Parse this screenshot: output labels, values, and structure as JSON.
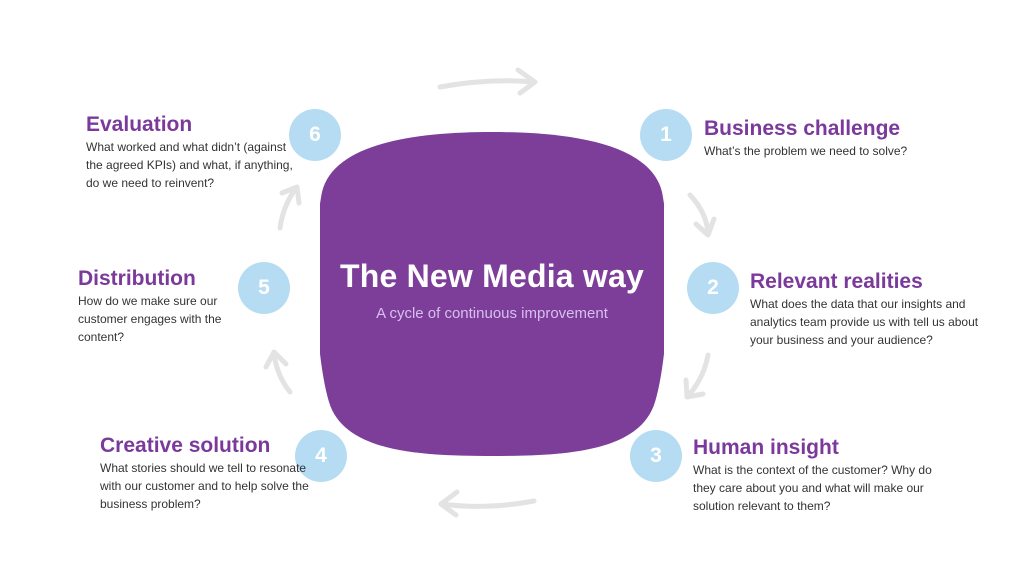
{
  "center": {
    "title": "The New Media way",
    "subtitle": "A cycle of continuous improvement"
  },
  "colors": {
    "blob": "#7d3e99",
    "number_circle": "#b6dcf4",
    "step_title": "#7b3a9b",
    "arrow": "#e3e3e3"
  },
  "steps": [
    {
      "number": "1",
      "title": "Business challenge",
      "desc": "What’s the problem we need to solve?"
    },
    {
      "number": "2",
      "title": "Relevant realities",
      "desc": "What does the data that our insights and analytics team provide us with tell us about your business and your audience?"
    },
    {
      "number": "3",
      "title": "Human insight",
      "desc": "What is the context of the customer? Why do they care about you and what will make our solution relevant to them?"
    },
    {
      "number": "4",
      "title": "Creative solution",
      "desc": "What stories should we tell to resonate with our customer and to help solve the business problem?"
    },
    {
      "number": "5",
      "title": "Distribution",
      "desc": "How do we make sure our customer engages with the content?"
    },
    {
      "number": "6",
      "title": "Evaluation",
      "desc": "What worked and what didn’t (against the agreed KPIs) and what, if anything, do we need to reinvent?"
    }
  ]
}
